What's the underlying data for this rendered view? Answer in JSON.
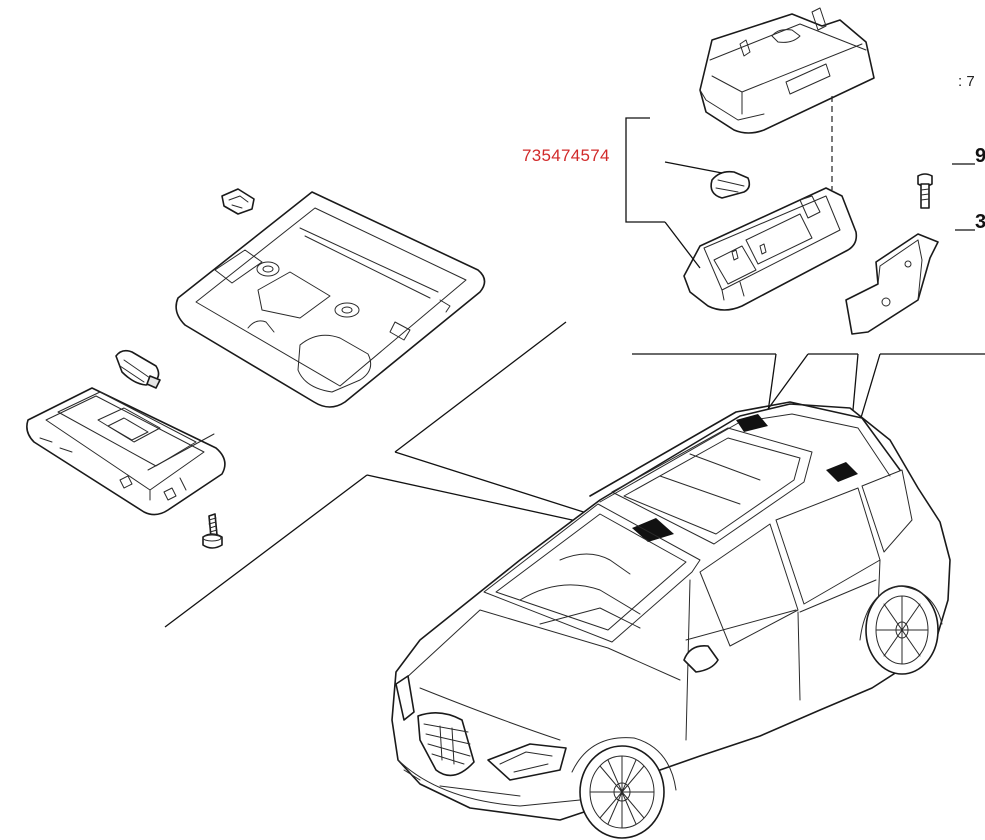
{
  "diagram": {
    "part_number": "735474574",
    "callouts": [
      {
        "id": "ref-7",
        "label": ": 7"
      },
      {
        "id": "ref-9",
        "label": "9"
      },
      {
        "id": "ref-3",
        "label": "3"
      }
    ],
    "colors": {
      "part_number": "#d12a2a",
      "line": "#1a1a1a",
      "fill_highlight": "#111111"
    },
    "icons": [
      "overhead-console-housing",
      "dome-lamp-lens",
      "festoon-bulb",
      "screw",
      "mounting-bracket",
      "hatchback-car"
    ]
  }
}
